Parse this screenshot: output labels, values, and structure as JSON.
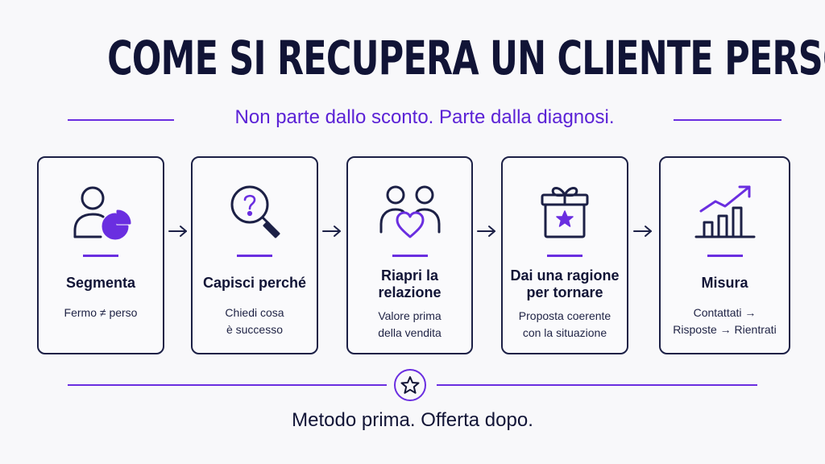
{
  "title": "COME SI RECUPERA UN CLIENTE PERSO",
  "subtitle": "Non parte dallo sconto. Parte dalla diagnosi.",
  "colors": {
    "accent": "#6a2ee0",
    "ink": "#111436",
    "background": "#f8f8fa"
  },
  "steps": [
    {
      "icon": "user-pie-chart-icon",
      "title": [
        "Segmenta"
      ],
      "description": [
        "Fermo ≠ perso"
      ]
    },
    {
      "icon": "magnifier-question-icon",
      "title": [
        "Capisci perché"
      ],
      "description": [
        "Chiedi cosa",
        "è successo"
      ]
    },
    {
      "icon": "people-heart-icon",
      "title": [
        "Riapri la",
        "relazione"
      ],
      "description": [
        "Valore prima",
        "della vendita"
      ]
    },
    {
      "icon": "gift-star-icon",
      "title": [
        "Dai una ragione",
        "per tornare"
      ],
      "description": [
        "Proposta coerente",
        "con la situazione"
      ]
    },
    {
      "icon": "growth-chart-icon",
      "title": [
        "Misura"
      ],
      "description": [
        "Contattati →",
        "Risposte → Rientrati"
      ]
    }
  ],
  "footer": {
    "badge_icon": "star-icon",
    "tagline": "Metodo prima. Offerta dopo."
  }
}
